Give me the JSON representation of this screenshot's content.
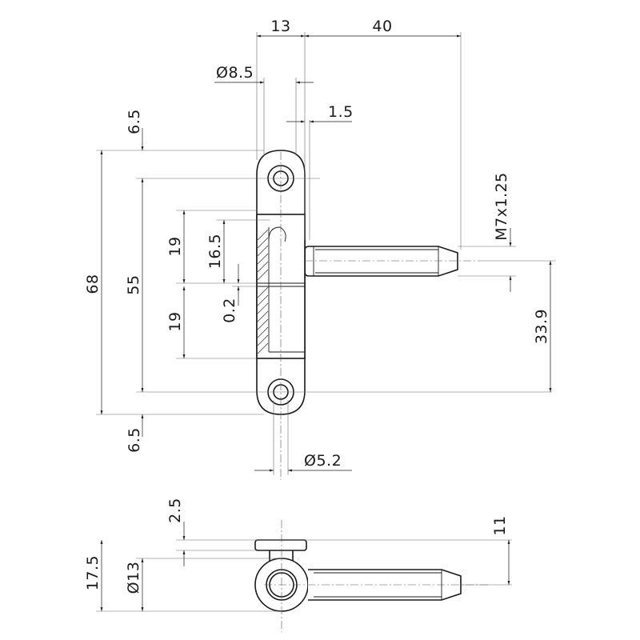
{
  "dimensions": {
    "offset_13": "13",
    "pin_length_40": "40",
    "dia_8_5": "Ø8.5",
    "gap_1_5": "1.5",
    "end_6_5_top": "6.5",
    "overall_68": "68",
    "hole_pitch_55": "55",
    "upper_19": "19",
    "upper_16_5": "16.5",
    "lower_19": "19",
    "gap_0_2": "0.2",
    "end_6_5_bottom": "6.5",
    "thread_m7": "M7x1.25",
    "pin_pos_33_9": "33.9",
    "hole_dia_5_2": "Ø5.2",
    "side_2_5": "2.5",
    "side_17_5": "17.5",
    "side_dia_13": "Ø13",
    "side_11": "11"
  },
  "colors": {
    "line": "#1a1a1a",
    "extension": "#6b6b6b",
    "background": "#ffffff"
  }
}
